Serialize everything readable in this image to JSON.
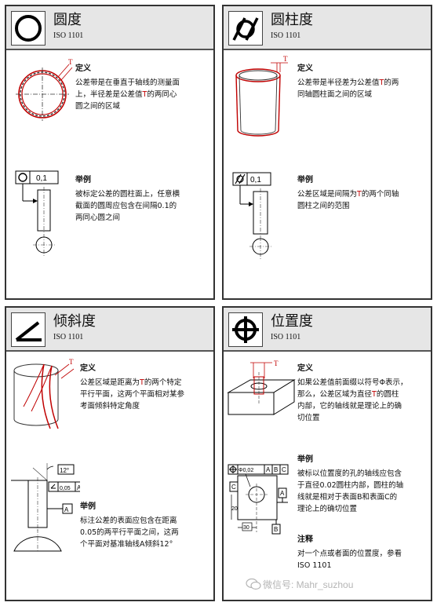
{
  "cards": {
    "roundness": {
      "title": "圆度",
      "standard": "ISO 1101",
      "definition_label": "定义",
      "definition_lines": [
        [
          "公差带是在垂直于轴线的测量面"
        ],
        [
          "上，半径差是公差值",
          {
            "t": "T"
          },
          "的两同心"
        ],
        [
          "圆之间的区域"
        ]
      ],
      "example_label": "举例",
      "example_lines": [
        [
          "被标定公差的圆柱面上，任意横"
        ],
        [
          "截面的圆周应包含在间隔0.1的"
        ],
        [
          "两同心圆之间"
        ]
      ],
      "tolerance_frame": "0,1",
      "dim_t": "T"
    },
    "cylindricity": {
      "title": "圆柱度",
      "standard": "ISO 1101",
      "definition_label": "定义",
      "definition_lines": [
        [
          "公差带是半径差为公差值",
          {
            "t": "T"
          },
          "的两"
        ],
        [
          "同轴圆柱面之间的区域"
        ]
      ],
      "example_label": "举例",
      "example_lines": [
        [
          "公差区域是间隔为",
          {
            "t": "T"
          },
          "的两个同轴"
        ],
        [
          "圆柱之间的范围"
        ]
      ],
      "tolerance_frame": "0,1",
      "dim_t": "T"
    },
    "angularity": {
      "title": "倾斜度",
      "standard": "ISO 1101",
      "definition_label": "定义",
      "definition_lines": [
        [
          "公差区域是距离为",
          {
            "t": "T"
          },
          "的两个特定"
        ],
        [
          "平行平面，这两个平面相对某参"
        ],
        [
          "考面倾斜特定角度"
        ]
      ],
      "example_label": "举例",
      "example_lines": [
        [
          "标注公差的表面应包含在距离"
        ],
        [
          "0.05的两平行平面之间，这两"
        ],
        [
          "个平面对基准轴线A倾斜12°"
        ]
      ],
      "tolerance_frame": "0,05",
      "datum": "A",
      "angle": "12°",
      "dim_t": "T"
    },
    "position": {
      "title": "位置度",
      "standard": "ISO 1101",
      "definition_label": "定义",
      "definition_lines": [
        [
          "如果公差值前面缀以符号Φ表示，"
        ],
        [
          "那么，公差区域为直径",
          {
            "t": "T"
          },
          "的圆柱"
        ],
        [
          "内部，它的轴线就是理论上的确"
        ],
        [
          "切位置"
        ]
      ],
      "example_label": "举例",
      "example_lines": [
        [
          "被标以位置度的孔的轴线应包含"
        ],
        [
          "于直径0.02圆柱内部，圆柱的轴"
        ],
        [
          "线就是相对于表面B和表面C的"
        ],
        [
          "理论上的确切位置"
        ]
      ],
      "note_label": "注释",
      "note_lines": [
        [
          "对一个点或者面的位置度，参看"
        ],
        [
          "ISO 1101"
        ]
      ],
      "tolerance_frame": "Φ0,02",
      "datum_b": "B",
      "datum_c": "C",
      "datum_a": "A",
      "dim_20": "20",
      "dim_30": "30",
      "dim_t": "T"
    }
  },
  "watermark": "微信号: Mahr_suzhou",
  "colors": {
    "accent": "#c00000",
    "header_bg": "#e6e6e6",
    "border": "#333333"
  }
}
